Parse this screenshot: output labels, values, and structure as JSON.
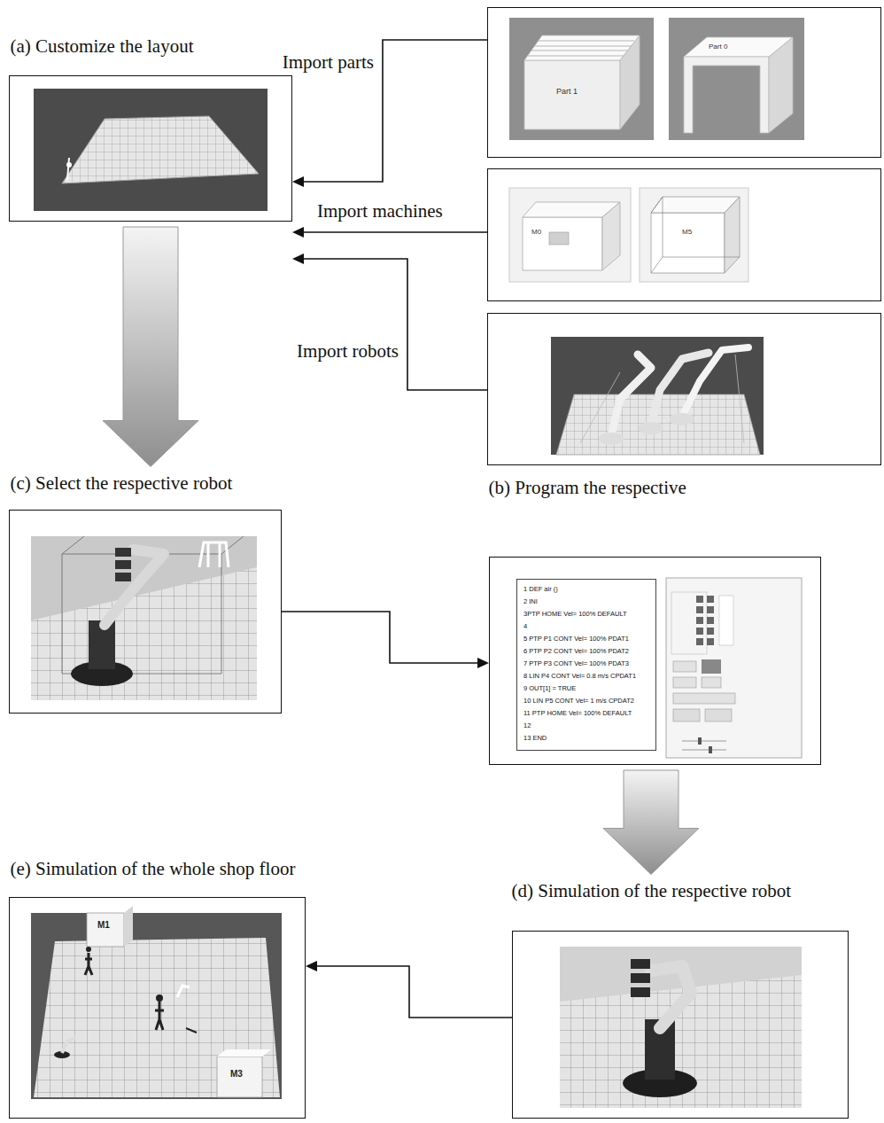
{
  "diagram": {
    "nodes": [
      {
        "text": [
          "(a) Customize the layout"
        ]
      },
      {
        "text": []
      },
      {
        "text": []
      },
      {
        "text": []
      },
      {
        "text": [
          "(c) Select the respective robot"
        ]
      },
      {
        "text": [
          "(b) Program the respective"
        ]
      },
      {
        "text": [
          "1 DEF air ()",
          "2 INI",
          "3PTP HOME Vel= 100% DEFAULT",
          "4",
          "5 PTP P1 CONT Vel= 100% PDAT1",
          "6 PTP P2 CONT Vel= 100% PDAT2",
          "7 PTP P3 CONT Vel= 100% PDAT3",
          "8 LIN P4 CONT Vel= 0.8 m/s CPDAT1",
          "9 OUT[1] = TRUE",
          "10 LIN P5 CONT Vel= 1 m/s CPDAT2",
          "11 PTP HOME Vel= 100% DEFAULT",
          "12",
          "13 END"
        ],
        "in": 5
      },
      {
        "text": [
          "(d) Simulation of the respective robot"
        ]
      },
      {
        "text": [
          "(e) Simulation of the whole shop floor"
        ]
      }
    ],
    "edges": [
      {
        "from": 1,
        "to": 0,
        "label": "Import parts",
        "arrow": "to"
      },
      {
        "from": 2,
        "to": 0,
        "label": "Import machines",
        "arrow": "to"
      },
      {
        "from": 3,
        "to": 0,
        "label": "Import robots",
        "arrow": "to"
      },
      {
        "from": 0,
        "to": 4,
        "arrow": "to"
      },
      {
        "from": 4,
        "to": 5,
        "arrow": "to"
      },
      {
        "from": 5,
        "to": 7,
        "arrow": "to"
      },
      {
        "from": 7,
        "to": 8,
        "arrow": "to"
      }
    ],
    "labels": [
      "Part 1",
      "Part 0",
      "M0",
      "M5",
      "M1",
      "M3"
    ]
  }
}
